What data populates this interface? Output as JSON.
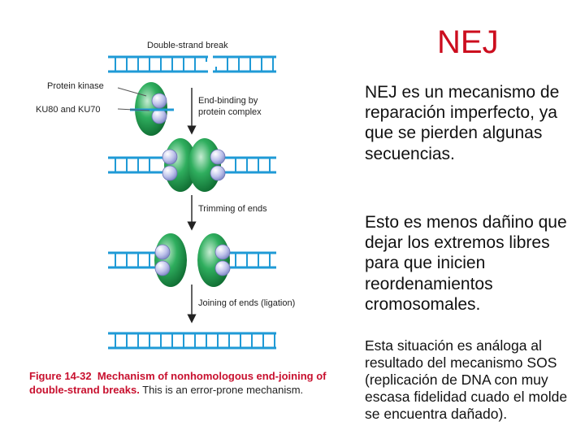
{
  "slide": {
    "title": "NEJ",
    "paragraphs": [
      "NEJ es un mecanismo de reparación imperfecto, ya que se pierden algunas secuencias.",
      "Esto es menos dañino que dejar los extremos libres para que inicien reordenamientos cromosomales.",
      "Esta situación es análoga al resultado del mecanismo SOS (replicación de DNA con muy escasa fidelidad cuado el molde se encuentra dañado)."
    ]
  },
  "figure": {
    "labels": {
      "double_strand_break": "Double-strand break",
      "protein_kinase": "Protein kinase",
      "ku": "KU80 and KU70",
      "end_binding_line1": "End-binding by",
      "end_binding_line2": "protein complex",
      "trimming": "Trimming of ends",
      "joining": "Joining of ends (ligation)"
    },
    "caption": {
      "figure_number": "Figure 14-32",
      "title": "Mechanism of nonhomologous end-joining of double-strand breaks.",
      "text": "This is an error-prone mechanism."
    },
    "colors": {
      "dna": "#1f9ad6",
      "protein_kinase": "#1c9a4e",
      "ku": "#b9bde8",
      "caption_red": "#c8102e",
      "title_red": "#cc0d1e"
    }
  }
}
